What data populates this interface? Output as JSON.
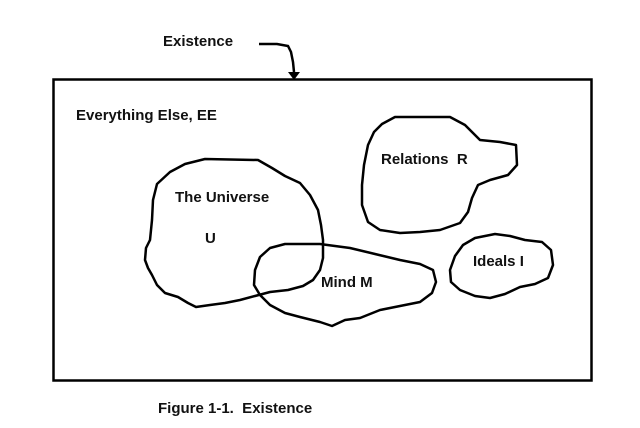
{
  "diagram": {
    "type": "venn-style set diagram",
    "title_label": "Existence",
    "outer_set": {
      "label": "Everything Else, EE"
    },
    "regions": [
      {
        "id": "universe",
        "label": "The Universe",
        "symbol": "U"
      },
      {
        "id": "mind",
        "label": "Mind M"
      },
      {
        "id": "relations",
        "label": "Relations  R"
      },
      {
        "id": "ideals",
        "label": "Ideals I"
      }
    ],
    "overlaps": [
      [
        "universe",
        "mind"
      ]
    ],
    "caption": "Figure 1-1.  Existence",
    "colors": {
      "stroke": "#000000",
      "background": "#ffffff",
      "text": "#111111"
    }
  }
}
